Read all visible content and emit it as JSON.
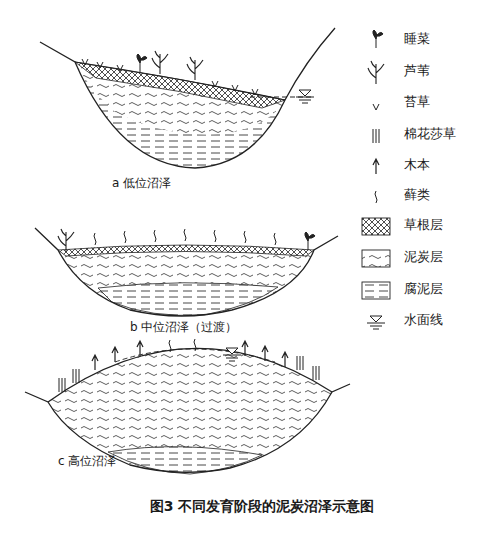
{
  "diagram": {
    "caption": "图3 不同发育阶段的泥炭沼泽示意图",
    "labels": [
      "a 低位沼泽",
      "b 中位沼泽（过渡）",
      "c 高位沼泽"
    ],
    "legend": [
      {
        "text": "睡菜"
      },
      {
        "text": "芦苇"
      },
      {
        "text": "苔草"
      },
      {
        "text": "棉花莎草"
      },
      {
        "text": "木本"
      },
      {
        "text": "藓类"
      },
      {
        "text": "草根层"
      },
      {
        "text": "泥炭层"
      },
      {
        "text": "腐泥层"
      },
      {
        "text": "水面线"
      }
    ]
  }
}
